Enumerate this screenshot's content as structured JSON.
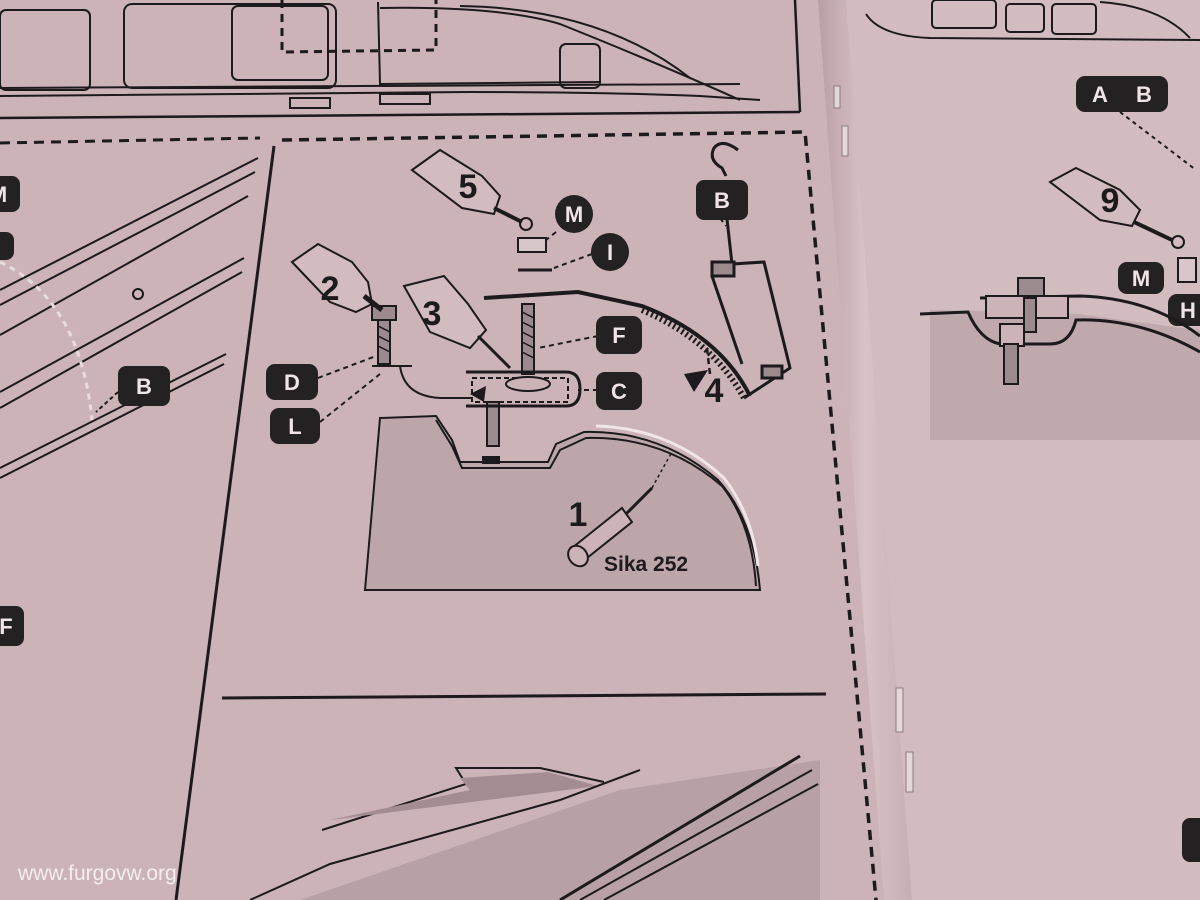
{
  "manual": {
    "main_panel": {
      "callouts": {
        "B": "B",
        "M": "M",
        "I": "I",
        "F": "F",
        "C": "C",
        "D": "D",
        "L": "L"
      },
      "steps": [
        "1",
        "2",
        "3",
        "4",
        "5"
      ],
      "product_label": "Sika 252"
    },
    "left_panel": {
      "callouts": {
        "M": "M",
        "B": "B",
        "F": "F"
      }
    },
    "right_page": {
      "callouts": {
        "A": "A",
        "B": "B",
        "M": "M",
        "H": "H"
      },
      "steps": [
        "9"
      ]
    },
    "watermark": "www.furgovw.org"
  },
  "colors": {
    "paper": "#cbb3b7",
    "page_light": "#d6c0c3",
    "ink": "#1c1a1c",
    "badge_fill": "#242123",
    "badge_text": "#efe4e6",
    "wheel_arch_panel": "#bda6aa"
  }
}
